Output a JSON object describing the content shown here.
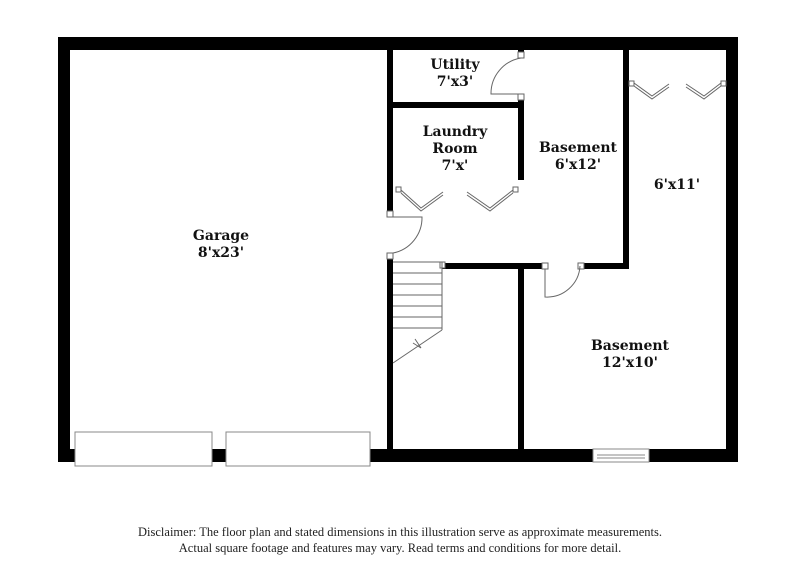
{
  "floor_plan": {
    "colors": {
      "wall": "#000000",
      "background": "#ffffff",
      "fixture_stroke": "#666666"
    },
    "rooms": [
      {
        "id": "garage",
        "name": "Garage",
        "dimensions": "8'x23'"
      },
      {
        "id": "utility",
        "name": "Utility",
        "dimensions": "7'x3'"
      },
      {
        "id": "laundry",
        "name": "Laundry Room",
        "name_line1": "Laundry",
        "name_line2": "Room",
        "dimensions": "7'x'"
      },
      {
        "id": "basement-upper",
        "name": "Basement",
        "dimensions": "6'x12'"
      },
      {
        "id": "closet-right",
        "name": "",
        "dimensions": "6'x11'"
      },
      {
        "id": "basement-lower",
        "name": "Basement",
        "dimensions": "12'x10'"
      }
    ]
  },
  "disclaimer": {
    "line1": "Disclaimer: The floor plan and stated dimensions in this illustration serve as approximate measurements.",
    "line2": "Actual square footage and features may vary. Read terms and conditions for more detail."
  }
}
